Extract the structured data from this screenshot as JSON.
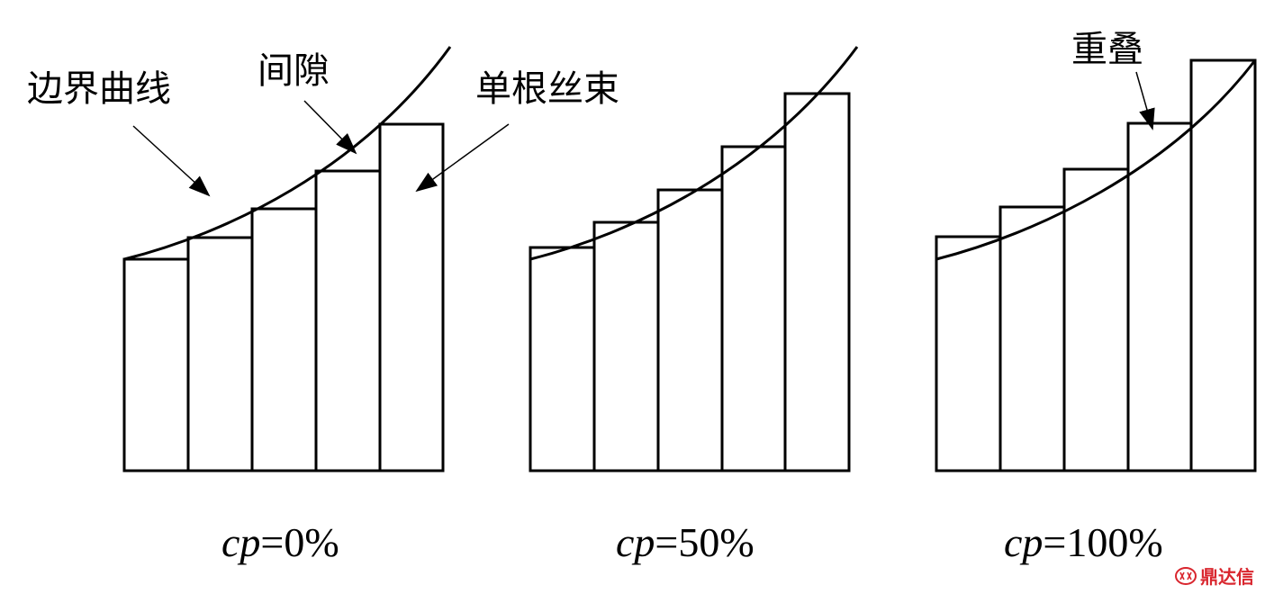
{
  "annotations": {
    "boundary_curve": "边界曲线",
    "gap": "间隙",
    "single_tow": "单根丝束",
    "overlap": "重叠"
  },
  "panels": [
    {
      "var": "cp",
      "rest": "=0%"
    },
    {
      "var": "cp",
      "rest": "=50%"
    },
    {
      "var": "cp",
      "rest": "=100%"
    }
  ],
  "watermark": {
    "text": "鼎达信",
    "color": "#d9262e"
  }
}
